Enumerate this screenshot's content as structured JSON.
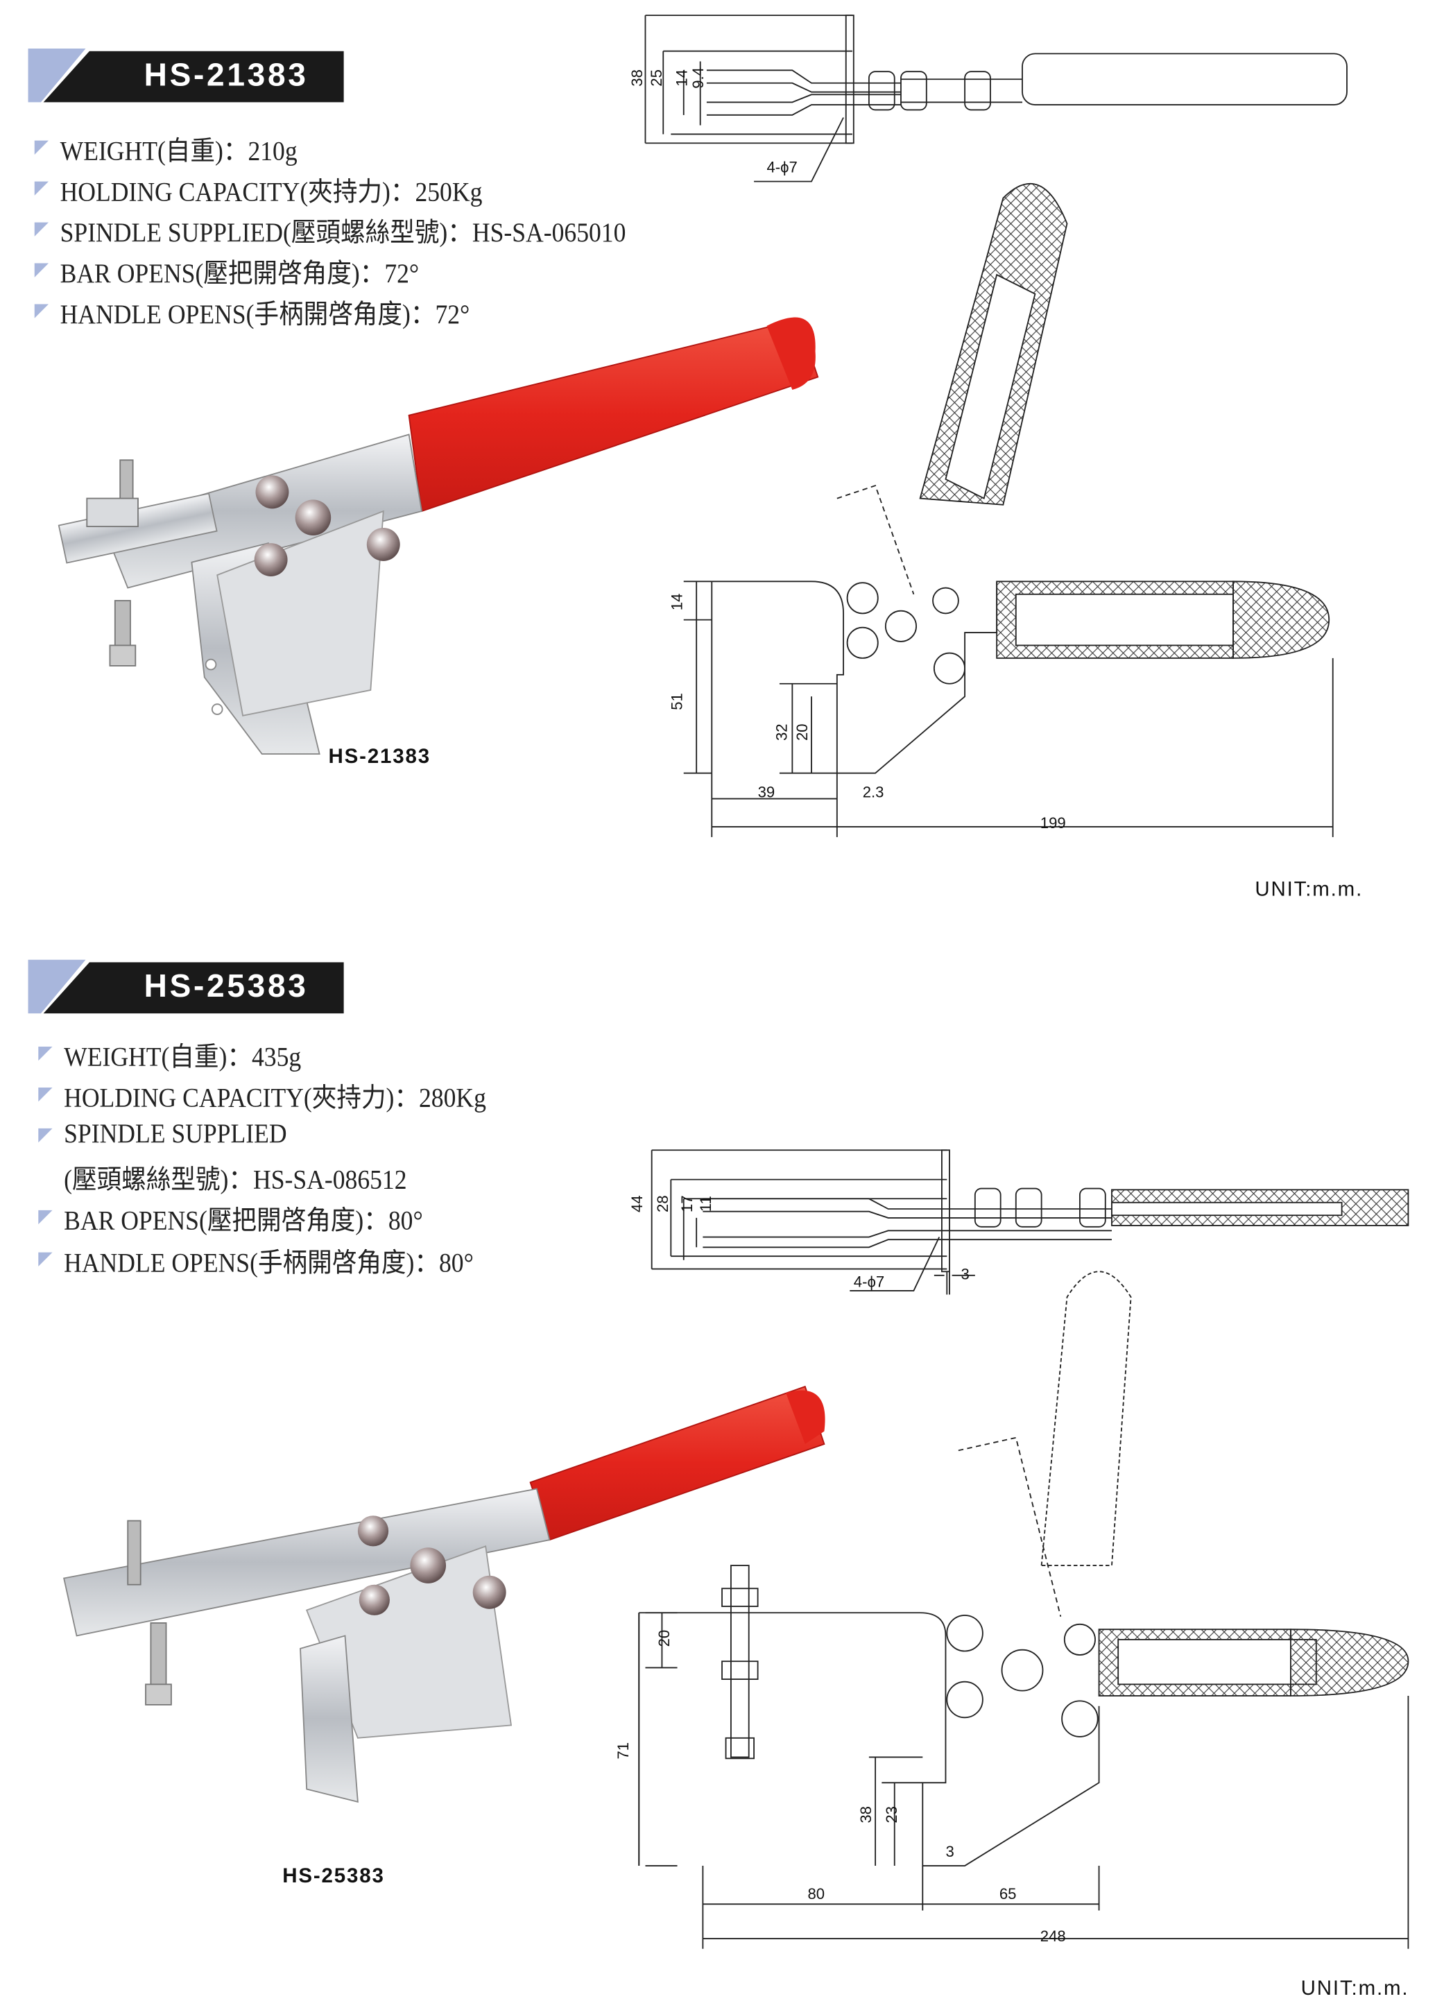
{
  "products": [
    {
      "model": "HS-21383",
      "specs": [
        "WEIGHT(自重)：210g",
        "HOLDING CAPACITY(夾持力)：250Kg",
        "SPINDLE SUPPLIED(壓頭螺絲型號)：HS-SA-065010",
        "BAR OPENS(壓把開啓角度)：72°",
        "HANDLE OPENS(手柄開啓角度)：72°"
      ],
      "photo_label": "HS-21383",
      "top_view": {
        "dims": [
          "38",
          "25",
          "14",
          "9.4"
        ],
        "hole_note": "4-ϕ7"
      },
      "side_view": {
        "dims": {
          "a": "14",
          "b": "51",
          "c": "32",
          "d": "20",
          "e": "39",
          "f": "2.3",
          "total": "199"
        }
      },
      "unit": "UNIT:m.m."
    },
    {
      "model": "HS-25383",
      "specs": [
        "WEIGHT(自重)：435g",
        "HOLDING CAPACITY(夾持力)：280Kg",
        "SPINDLE SUPPLIED",
        "(壓頭螺絲型號)：HS-SA-086512",
        "BAR OPENS(壓把開啓角度)：80°",
        "HANDLE OPENS(手柄開啓角度)：80°"
      ],
      "photo_label": "HS-25383",
      "top_view": {
        "dims": [
          "44",
          "28",
          "17",
          "11"
        ],
        "hole_note": "4-ϕ7",
        "thickness": "3"
      },
      "side_view": {
        "dims": {
          "a": "20",
          "b": "71",
          "c": "38",
          "d": "23",
          "t": "3",
          "e": "80",
          "f": "65",
          "total": "248"
        }
      },
      "unit": "UNIT:m.m."
    }
  ],
  "colors": {
    "badge": "#1a1a1a",
    "badge_accent": "#a8b6dc",
    "handle_red": "#e8231e",
    "steel": "#c9ccd0"
  }
}
